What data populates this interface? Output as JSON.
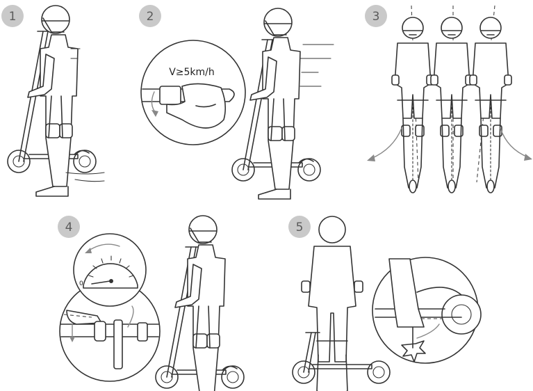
{
  "steps": [
    {
      "number": "1"
    },
    {
      "number": "2",
      "speed_label": "V≥5km/h"
    },
    {
      "number": "3"
    },
    {
      "number": "4",
      "gauge_zero": "0"
    },
    {
      "number": "5"
    }
  ],
  "colors": {
    "badge": "#c9c9c9",
    "line": "#333333",
    "arrow": "#888888"
  }
}
